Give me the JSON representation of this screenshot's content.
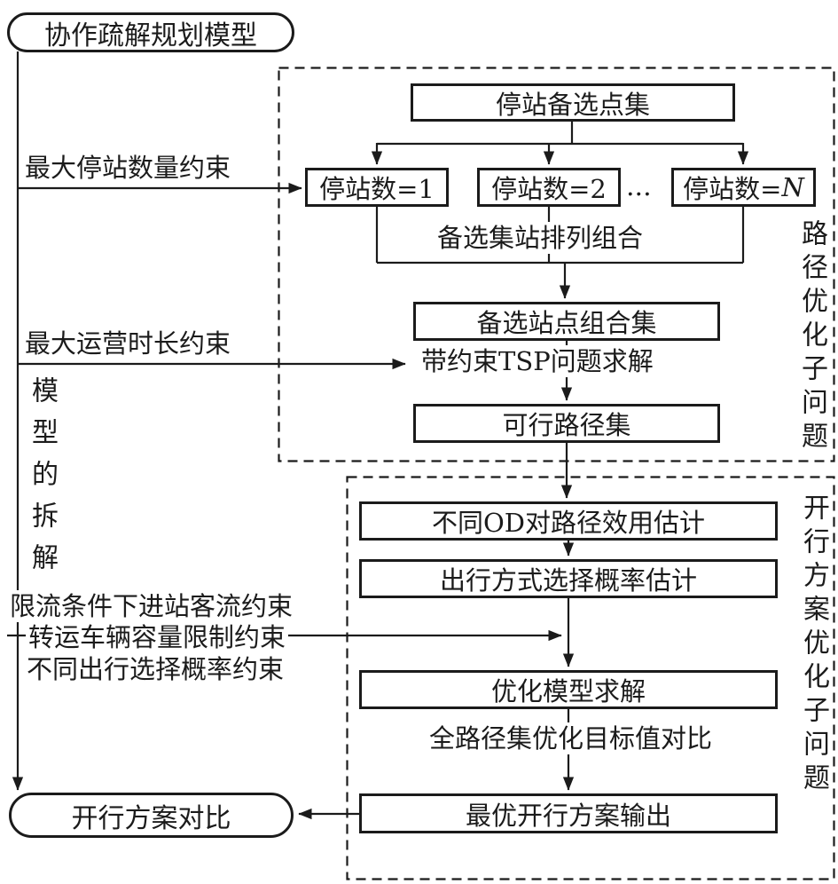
{
  "title_node": "协作疏解规划模型",
  "bottom_node": "开行方案对比",
  "path_subproblem": {
    "label": "路径优化子问题",
    "stop_candidate_set": "停站备选点集",
    "stops_1": "停站数=1",
    "stops_2": "停站数=2",
    "ellipsis": "...",
    "stops_n_prefix": "停站数=",
    "stops_n_var": "N",
    "permutation_label": "备选集站排列组合",
    "combo_set": "备选站点组合集",
    "tsp_label": "带约束TSP问题求解",
    "feasible_paths": "可行路径集"
  },
  "plan_subproblem": {
    "label": "开行方案优化子问题",
    "od_utility": "不同OD对路径效用估计",
    "mode_choice_prob": "出行方式选择概率估计",
    "opt_solve": "优化模型求解",
    "objective_compare": "全路径集优化目标值对比",
    "best_plan_output": "最优开行方案输出"
  },
  "left_labels": {
    "max_stops": "最大停站数量约束",
    "max_duration": "最大运营时长约束",
    "model_decomposition": "模型的拆解",
    "inflow_constraint": "限流条件下进站客流约束",
    "capacity_constraint": "转运车辆容量限制约束",
    "choice_prob_constraint": "不同出行选择概率约束"
  },
  "colors": {
    "line": "#1b1b1b",
    "background": "#ffffff"
  }
}
